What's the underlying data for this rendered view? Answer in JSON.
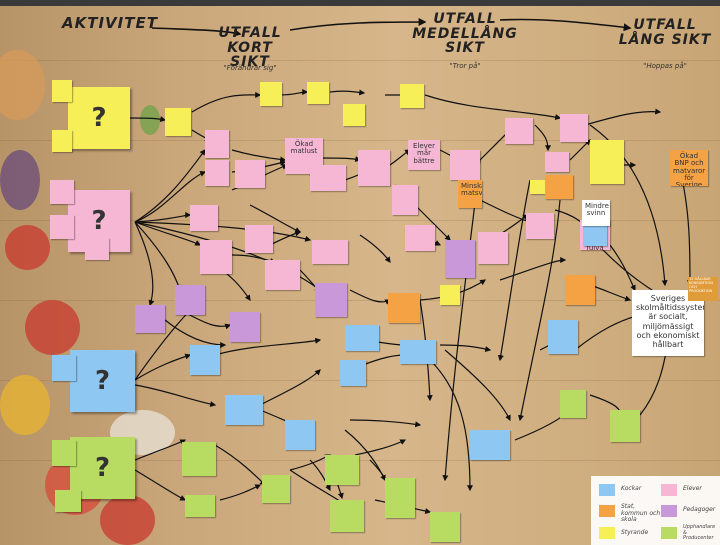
{
  "headings": {
    "aktivitet": "AKTIVITET",
    "kort_title": "UTFALL\nKORT SIKT",
    "kort_sub": "\"Förändrar sig\"",
    "medel_title": "UTFALL\nMEDELLÅNG SIKT",
    "medel_sub": "\"Tror på\"",
    "lang_title": "UTFALL\nLÅNG SIKT",
    "lang_sub": "\"Hoppas på\""
  },
  "big_notes": {
    "okad_matlust": "Ökad matlust",
    "elever_maar_battre": "Elever mår bättre",
    "mindre_svinn": "Mindre svinn",
    "mindre_svinn_lovis": "Mindre svinn och fulva",
    "minskat_matsvinn": "Minskat matsvinn",
    "okad_bnp": "Ökad BNP och matvaror för Sverige",
    "goal": "Sveriges skolmåltidssystem är socialt, miljömässigt och ekonomiskt hållbart"
  },
  "legend": {
    "kockar": "Kockar",
    "elever": "Elever",
    "stat": "Stat, kommun och skola",
    "pedagoger": "Pedagoger",
    "styrande": "Styrande",
    "upphandlare": "Upphandlare & Producenter"
  },
  "badge": "12 HÅLLBAR KONSUMTION OCH PRODUKTION",
  "activity_question": "?",
  "colors": {
    "kockar": "#8ec8f2",
    "elever": "#f6b7d5",
    "stat": "#f5a245",
    "pedagoger": "#c898d8",
    "styrande": "#f6ef57",
    "upphandlare": "#b8dc61"
  }
}
